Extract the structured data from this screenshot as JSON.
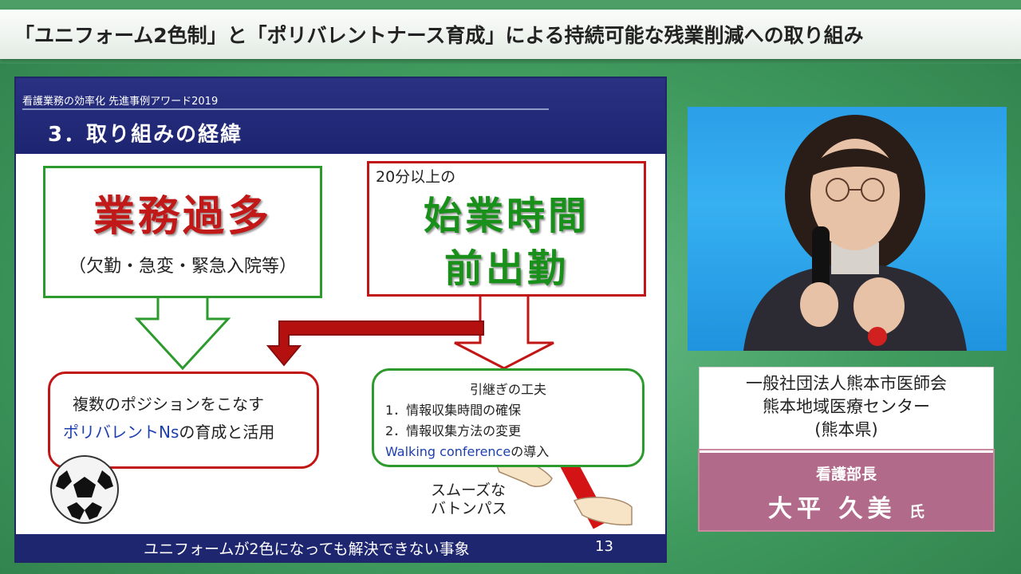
{
  "title": "「ユニフォーム2色制」と「ポリバレントナース育成」による持続可能な残業削減への取り組み",
  "slide": {
    "award": "看護業務の効率化 先進事例アワード2019",
    "heading": "3．取り組みの経緯",
    "left_box": {
      "big": "業務過多",
      "sub": "（欠勤・急変・緊急入院等）"
    },
    "right_box": {
      "small": "20分以上の",
      "big1": "始業時間",
      "big2": "前出勤"
    },
    "left_result": {
      "line1": "複数のポジションをこなす",
      "line2_blue": "ポリバレントNs",
      "line2_rest": "の育成と活用"
    },
    "right_result": {
      "title": "引継ぎの工夫",
      "item1": "1．情報収集時間の確保",
      "item2": "2．情報収集方法の変更",
      "item3_blue": "Walking conference",
      "item3_rest": "の導入"
    },
    "baton_text1": "スムーズな",
    "baton_text2": "バトンパス",
    "footer": "ユニフォームが2色になっても解決できない事象",
    "page": "13",
    "icons": [
      "soccer-ball-icon",
      "baton-handoff-icon"
    ]
  },
  "speaker": {
    "org1": "一般社団法人熊本市医師会",
    "org2": "熊本地域医療センター",
    "org3": "(熊本県)",
    "role": "看護部長",
    "name": "大平 久美",
    "honorific": "氏"
  },
  "colors": {
    "background_green": "#3f9a5e",
    "slide_navy": "#1f2670",
    "red": "#c11818",
    "green": "#18901a",
    "panel_mauve": "#b26a8a"
  }
}
